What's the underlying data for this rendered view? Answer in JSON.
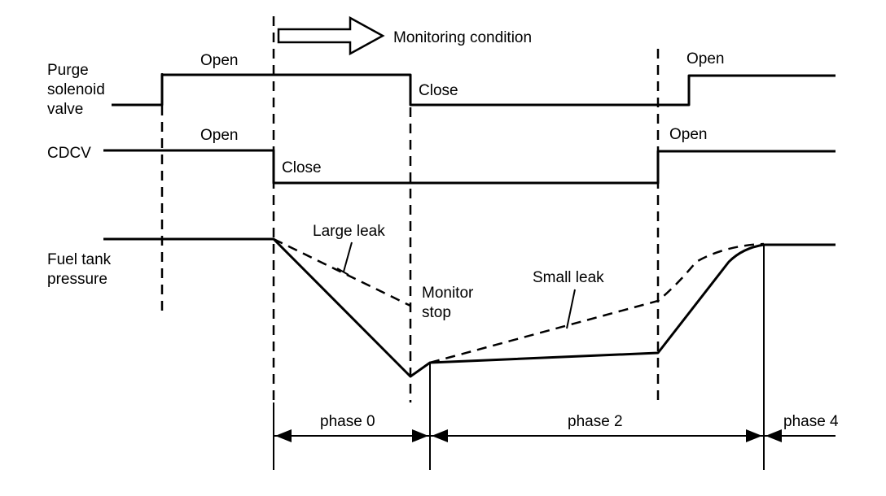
{
  "signals": {
    "purge_label_1": "Purge",
    "purge_label_2": "solenoid",
    "purge_label_3": "valve",
    "cdcv_label": "CDCV",
    "fuel_label_1": "Fuel tank",
    "fuel_label_2": "pressure"
  },
  "annotations": {
    "monitoring_condition": "Monitoring condition",
    "purge_open_1": "Open",
    "purge_close": "Close",
    "purge_open_2": "Open",
    "cdcv_open_1": "Open",
    "cdcv_close": "Close",
    "cdcv_open_2": "Open",
    "large_leak": "Large leak",
    "small_leak": "Small leak",
    "monitor_stop_1": "Monitor",
    "monitor_stop_2": "stop"
  },
  "phases": {
    "phase_0": "phase 0",
    "phase_2": "phase 2",
    "phase_4": "phase 4"
  }
}
